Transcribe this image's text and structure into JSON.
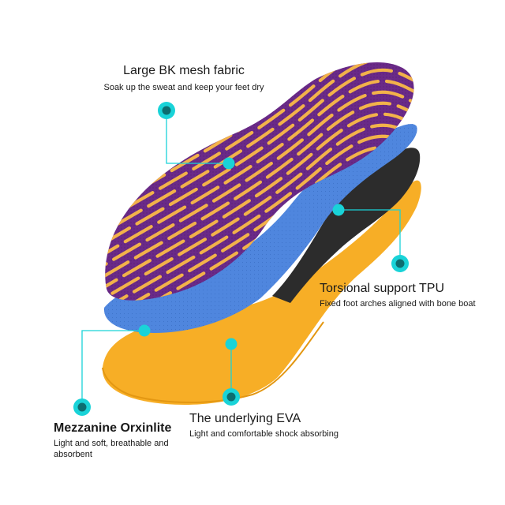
{
  "callouts": {
    "mesh": {
      "title": "Large BK mesh fabric",
      "desc": "Soak up the sweat and keep your feet dry"
    },
    "tpu": {
      "title": "Torsional support TPU",
      "desc": "Fixed foot arches aligned with bone boat"
    },
    "mezzanine": {
      "title": "Mezzanine Orxinlite",
      "desc": "Light and soft, breathable and absorbent"
    },
    "eva": {
      "title": "The underlying EVA",
      "desc": "Light and comfortable shock absorbing"
    }
  },
  "layers": {
    "mesh_fabric": {
      "color": "#6a2a88",
      "pattern_color": "#f2b24a"
    },
    "mezzanine": {
      "color": "#4f86de"
    },
    "tpu": {
      "color": "#2c2c2c"
    },
    "eva": {
      "color": "#f7ae26"
    }
  },
  "accent_color": "#19d3d8"
}
